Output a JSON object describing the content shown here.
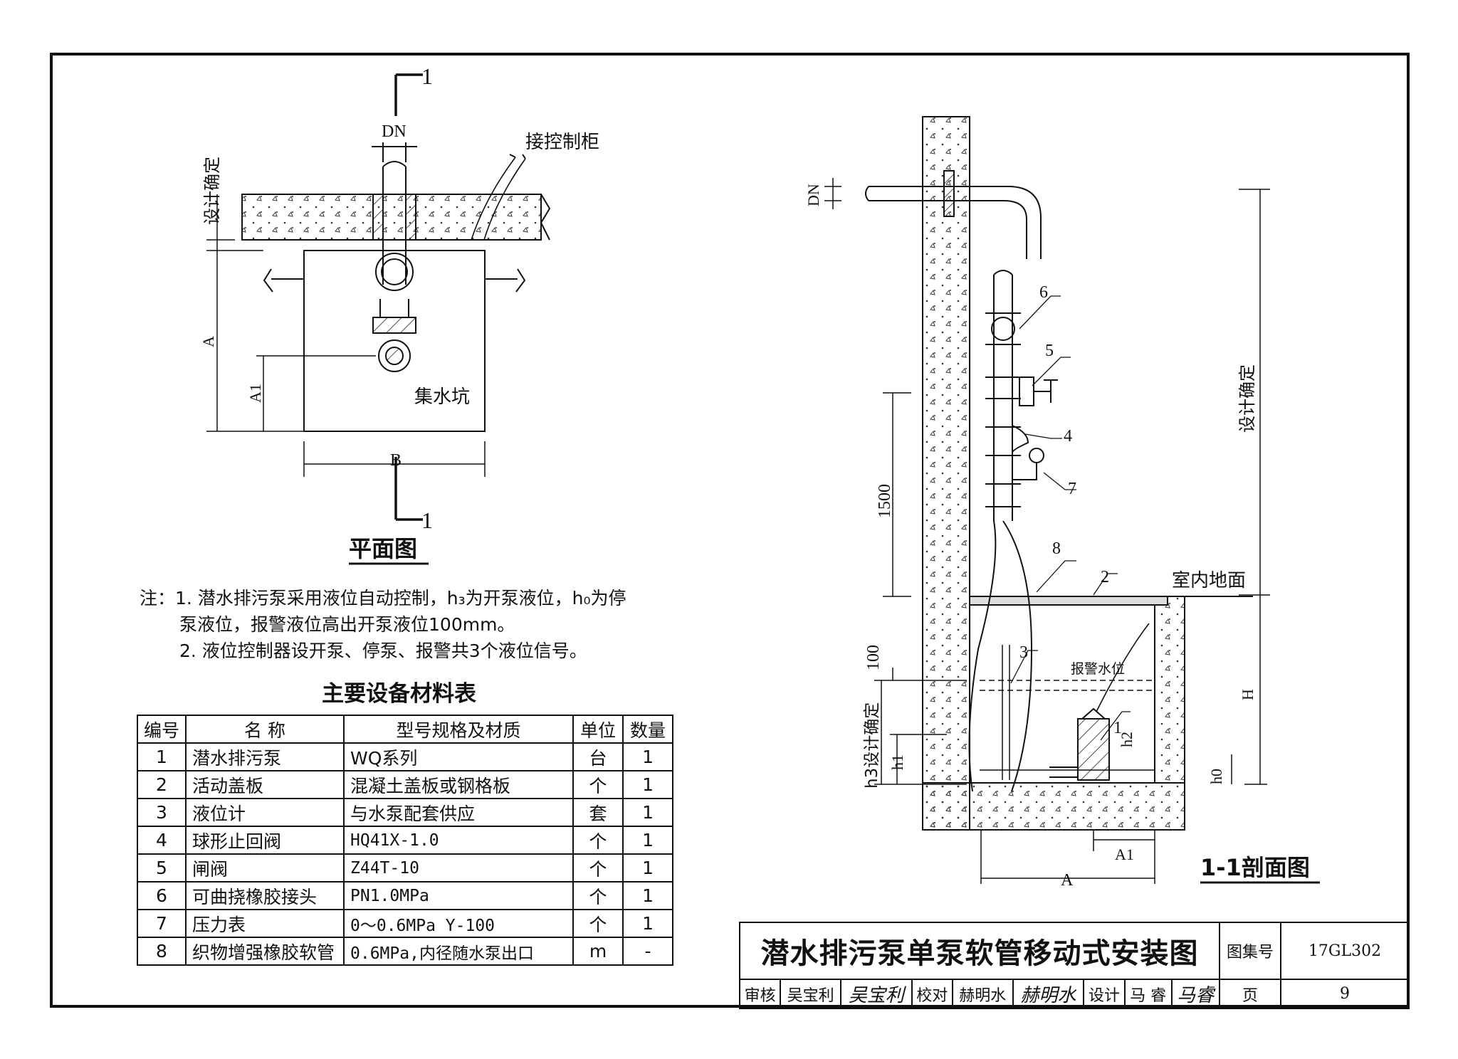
{
  "plan": {
    "section_mark": "1",
    "dn": "DN",
    "control_cabinet": "接控制柜",
    "design_confirm": "设计确定",
    "dim_a": "A",
    "dim_a1": "A1",
    "dim_b": "B",
    "sump": "集水坑",
    "title": "平面图"
  },
  "notes": {
    "line1": "注：1. 潜水排污泵采用液位自动控制，h₃为开泵液位，h₀为停",
    "line2": "泵液位，报警液位高出开泵液位100mm。",
    "line3": "2. 液位控制器设开泵、停泵、报警共3个液位信号。"
  },
  "table": {
    "title": "主要设备材料表",
    "headers": [
      "编号",
      "名 称",
      "型号规格及材质",
      "单位",
      "数量"
    ],
    "rows": [
      [
        "1",
        "潜水排污泵",
        "WQ系列",
        "台",
        "1"
      ],
      [
        "2",
        "活动盖板",
        "混凝土盖板或钢格板",
        "个",
        "1"
      ],
      [
        "3",
        "液位计",
        "与水泵配套供应",
        "套",
        "1"
      ],
      [
        "4",
        "球形止回阀",
        "HQ41X-1.0",
        "个",
        "1"
      ],
      [
        "5",
        "闸阀",
        "Z44T-10",
        "个",
        "1"
      ],
      [
        "6",
        "可曲挠橡胶接头",
        "PN1.0MPa",
        "个",
        "1"
      ],
      [
        "7",
        "压力表",
        "0～0.6MPa   Y-100",
        "个",
        "1"
      ],
      [
        "8",
        "织物增强橡胶软管",
        "0.6MPa,内径随水泵出口",
        "m",
        "-"
      ]
    ]
  },
  "section": {
    "dn": "DN",
    "design_confirm": "设计确定",
    "dim_1500": "1500",
    "dim_100": "100",
    "h3_design": "h3设计确定",
    "h1": "h1",
    "h2": "h2",
    "h0": "h0",
    "H": "H",
    "A": "A",
    "A1": "A1",
    "indoor_floor": "室内地面",
    "alarm_level": "报警水位",
    "labels": [
      "1",
      "2",
      "3",
      "4",
      "5",
      "6",
      "7",
      "8"
    ],
    "title": "1-1剖面图"
  },
  "title_block": {
    "drawing_title": "潜水排污泵单泵软管移动式安装图",
    "atlas_label": "图集号",
    "atlas_no": "17GL302",
    "page_label": "页",
    "page_no": "9",
    "review_label": "审核",
    "reviewer": "吴宝利",
    "reviewer_sig": "吴宝利",
    "check_label": "校对",
    "checker": "赫明水",
    "checker_sig": "赫明水",
    "design_label": "设计",
    "designer": "马  睿",
    "designer_sig": "马睿"
  }
}
